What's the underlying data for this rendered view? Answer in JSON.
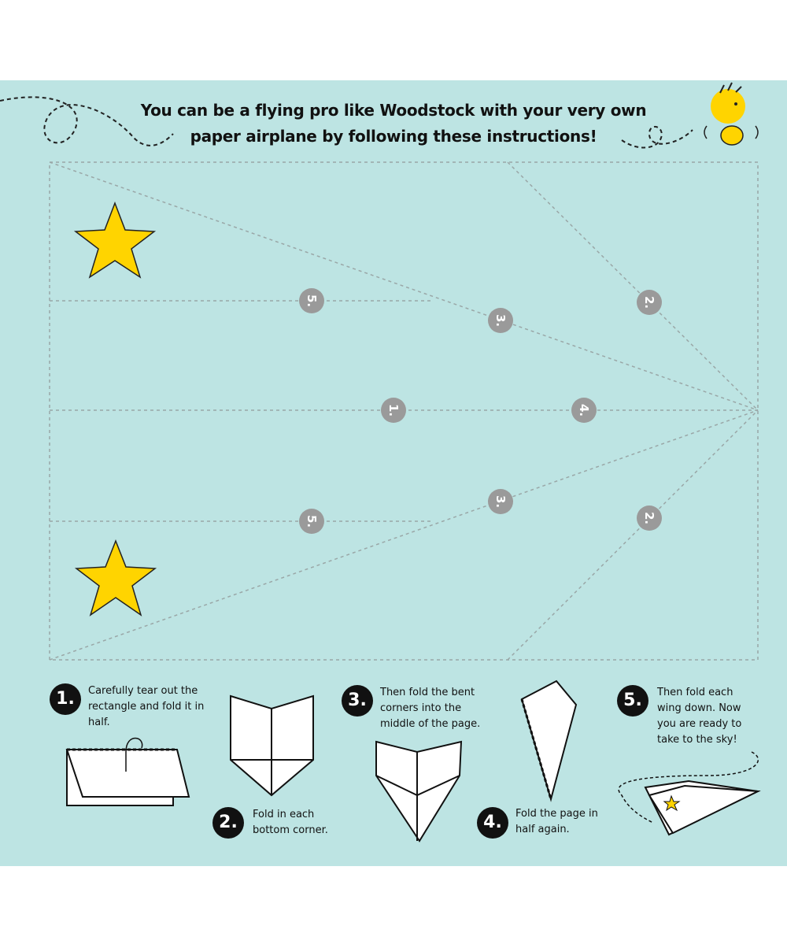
{
  "header": {
    "line1": "You can be a flying pro like Woodstock with your very own",
    "line2": "paper airplane by following these instructions!"
  },
  "fold_markers": [
    "1.",
    "2.",
    "3.",
    "4.",
    "5."
  ],
  "steps": [
    {
      "number": "1.",
      "text": "Carefully tear out the rectangle and fold it in half."
    },
    {
      "number": "2.",
      "text": "Fold in each bottom corner."
    },
    {
      "number": "3.",
      "text": "Then fold the bent corners into the middle of the page."
    },
    {
      "number": "4.",
      "text": "Fold the page in half again."
    },
    {
      "number": "5.",
      "text": "Then fold each wing down. Now you are ready to take to the sky!"
    }
  ],
  "colors": {
    "background": "#bde4e3",
    "star": "#ffd400",
    "marker": "#9a9a9a",
    "fold_line": "#9aa7a7"
  }
}
